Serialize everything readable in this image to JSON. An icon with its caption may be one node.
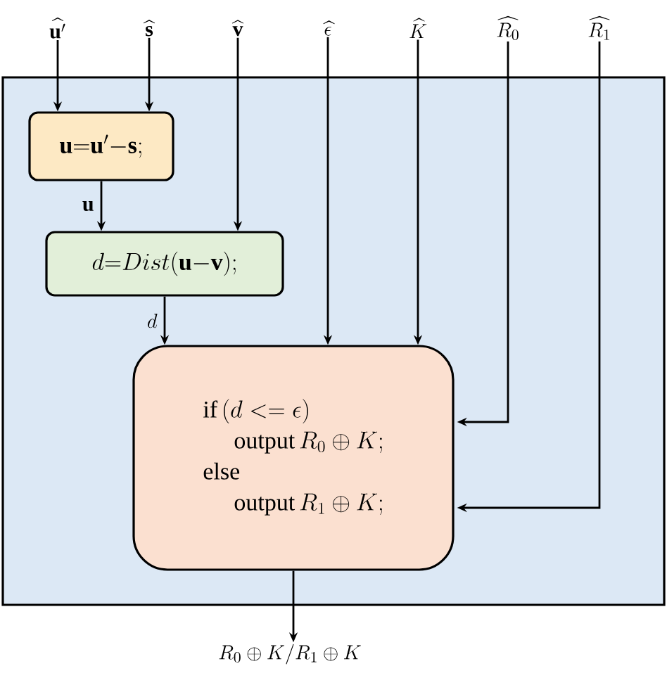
{
  "diagram": {
    "nodes": [
      {
        "text": [
          "\\widehat{\\mathbf{u}'}"
        ]
      },
      {
        "text": [
          "\\widehat{\\mathbf{s}}"
        ]
      },
      {
        "text": [
          "\\widehat{\\mathbf{v}}"
        ]
      },
      {
        "text": [
          "\\widehat{\\epsilon}"
        ]
      },
      {
        "text": [
          "\\widehat{K}"
        ]
      },
      {
        "text": [
          "\\widehat{R_0}"
        ]
      },
      {
        "text": [
          "\\widehat{R_1}"
        ]
      },
      {
        "text": [],
        "shape": "box"
      },
      {
        "text": [
          "\\mathbf{u}{=}\\mathbf{u}'{-}\\mathbf{s};"
        ],
        "in": 7
      },
      {
        "text": [
          "d{=}Dist(\\mathbf{u}{-}\\mathbf{v});"
        ],
        "in": 7
      },
      {
        "text": [
          "\\text{if}\\,(d <= \\epsilon)",
          "\\text{output}\\,R_0 \\oplus K;",
          "\\text{else}",
          "\\text{output}\\,R_1 \\oplus K;"
        ],
        "in": 7
      },
      {
        "text": [
          "R_0 \\oplus K/R_1 \\oplus K"
        ]
      }
    ],
    "edges": [
      {
        "from": 0,
        "to": 8,
        "arrow": "to"
      },
      {
        "from": 1,
        "to": 8,
        "arrow": "to"
      },
      {
        "from": 2,
        "to": 9,
        "arrow": "to"
      },
      {
        "from": 3,
        "to": 10,
        "arrow": "to"
      },
      {
        "from": 4,
        "to": 10,
        "arrow": "to"
      },
      {
        "from": 5,
        "to": 10,
        "arrow": "to"
      },
      {
        "from": 6,
        "to": 10,
        "arrow": "to"
      },
      {
        "from": 8,
        "to": 9,
        "arrow": "to",
        "label": "\\mathbf{u}"
      },
      {
        "from": 9,
        "to": 10,
        "arrow": "to",
        "label": "d"
      },
      {
        "from": 10,
        "to": 11,
        "arrow": "to"
      }
    ]
  }
}
